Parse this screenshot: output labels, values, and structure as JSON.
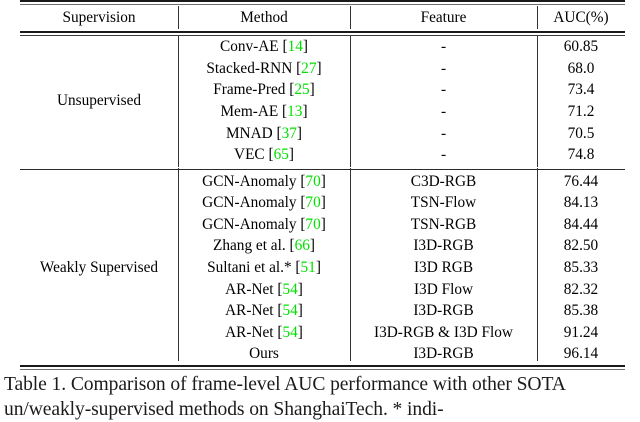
{
  "table": {
    "columns": [
      "Supervision",
      "Method",
      "Feature",
      "AUC(%)"
    ],
    "groups": [
      {
        "supervision": "Unsupervised",
        "rows": [
          {
            "method": "Conv-AE",
            "ref": "14",
            "feature": "-",
            "auc": "60.85",
            "bold": false
          },
          {
            "method": "Stacked-RNN",
            "ref": "27",
            "feature": "-",
            "auc": "68.0",
            "bold": false
          },
          {
            "method": "Frame-Pred",
            "ref": "25",
            "feature": "-",
            "auc": "73.4",
            "bold": false
          },
          {
            "method": "Mem-AE",
            "ref": "13",
            "feature": "-",
            "auc": "71.2",
            "bold": false
          },
          {
            "method": "MNAD",
            "ref": "37",
            "feature": "-",
            "auc": "70.5",
            "bold": false
          },
          {
            "method": "VEC",
            "ref": "65",
            "feature": "-",
            "auc": "74.8",
            "bold": false
          }
        ]
      },
      {
        "supervision": "Weakly Supervised",
        "rows": [
          {
            "method": "GCN-Anomaly",
            "ref": "70",
            "feature": "C3D-RGB",
            "auc": "76.44",
            "bold": false
          },
          {
            "method": "GCN-Anomaly",
            "ref": "70",
            "feature": "TSN-Flow",
            "auc": "84.13",
            "bold": false
          },
          {
            "method": "GCN-Anomaly",
            "ref": "70",
            "feature": "TSN-RGB",
            "auc": "84.44",
            "bold": false
          },
          {
            "method": "Zhang et al.",
            "ref": "66",
            "feature": "I3D-RGB",
            "auc": "82.50",
            "bold": false
          },
          {
            "method": "Sultani et al.*",
            "ref": "51",
            "feature": "I3D RGB",
            "auc": "85.33",
            "bold": false
          },
          {
            "method": "AR-Net",
            "ref": "54",
            "feature": "I3D Flow",
            "auc": "82.32",
            "bold": false
          },
          {
            "method": "AR-Net",
            "ref": "54",
            "feature": "I3D-RGB",
            "auc": "85.38",
            "bold": false
          },
          {
            "method": "AR-Net",
            "ref": "54",
            "feature": "I3D-RGB & I3D Flow",
            "auc": "91.24",
            "bold": false
          },
          {
            "method": "Ours",
            "ref": "",
            "feature": "I3D-RGB",
            "auc": "96.14",
            "bold": true
          }
        ]
      }
    ]
  },
  "caption": {
    "line1": "Table 1. Comparison of frame-level AUC performance with other",
    "line2": "SOTA un/weakly-supervised methods on ShanghaiTech. * indi-"
  },
  "colors": {
    "reference_green": "#00e100",
    "rule": "#1a1a1a",
    "text": "#000000"
  }
}
